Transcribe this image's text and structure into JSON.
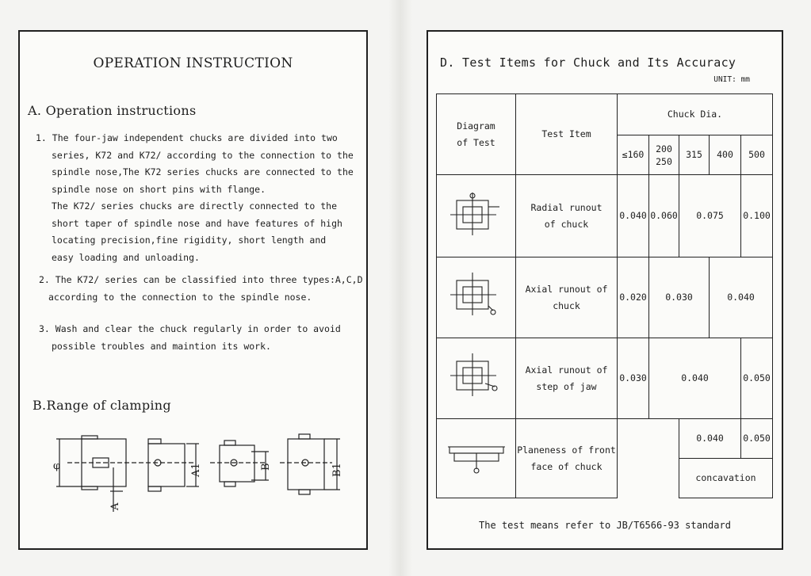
{
  "left_page": {
    "title": "OPERATION INSTRUCTION",
    "section_a": "A. Operation instructions",
    "item1": [
      "1. The four-jaw independent chucks are divided into two",
      "series, K72 and K72/ according to the connection to the",
      "spindle nose,The K72 series chucks are connected to the",
      "spindle nose on short pins with flange.",
      "The K72/ series chucks are directly connected to the",
      "short taper of spindle nose and have features of high",
      "locating precision,fine rigidity, short length and",
      "easy loading and unloading."
    ],
    "item2": [
      "2. The K72/ series can be classified into three types:A,C,D",
      "according to the connection to the spindle nose."
    ],
    "item3": [
      "3. Wash and clear the chuck regularly in order to avoid",
      "possible troubles and maintion its work."
    ],
    "section_b": "B.Range of clamping",
    "clamp_labels": [
      "φ",
      "A",
      "A1",
      "B",
      "B1"
    ]
  },
  "right_page": {
    "title": "D. Test Items for Chuck and Its Accuracy",
    "unit": "UNIT: mm",
    "headers": {
      "diagram": [
        "Diagram",
        "of Test"
      ],
      "test_item": "Test Item",
      "chuck_dia": "Chuck Dia.",
      "dias": [
        "≤160",
        "200",
        "250",
        "315",
        "400",
        "500"
      ]
    },
    "rows": {
      "radial": {
        "item": [
          "Radial runout",
          "of chuck"
        ],
        "v1": "0.040",
        "v2": "0.060",
        "v3": "0.075",
        "v4": "0.100"
      },
      "axial": {
        "item": [
          "Axial runout of",
          "chuck"
        ],
        "v1": "0.020",
        "v2": "0.030",
        "v3": "0.040"
      },
      "step": {
        "item": [
          "Axial runout of",
          "step of jaw"
        ],
        "v1": "0.030",
        "v2": "0.040",
        "v3": "0.050"
      },
      "plane": {
        "item": [
          "Planeness of front",
          "face of chuck"
        ],
        "v1": "0.040",
        "v2": "0.050",
        "note": "concavation"
      }
    },
    "caption": "The test means refer to JB/T6566-93 standard"
  }
}
